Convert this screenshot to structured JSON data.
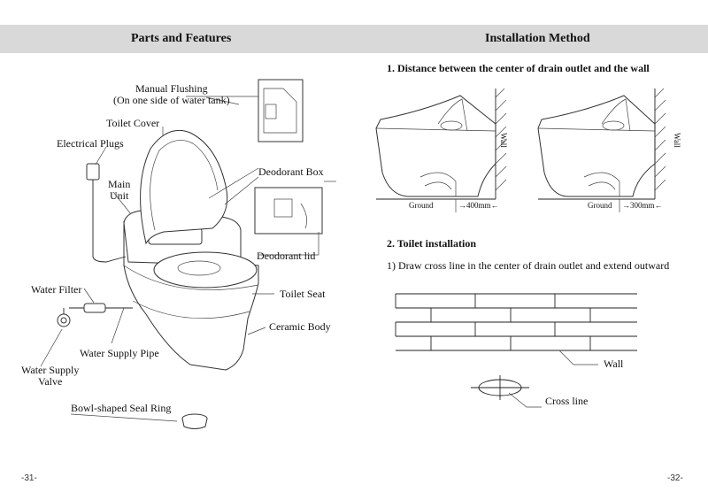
{
  "left_page": {
    "header": "Parts and Features",
    "labels": {
      "manual_flushing_1": "Manual Flushing",
      "manual_flushing_2": "(On one side of water tank)",
      "toilet_cover": "Toilet Cover",
      "electrical_plugs": "Electrical Plugs",
      "main_unit_1": "Main",
      "main_unit_2": "Unit",
      "deodorant_box": "Deodorant Box",
      "deodorant_lid": "Deodorant lid",
      "water_filter": "Water Filter",
      "toilet_seat": "Toilet Seat",
      "ceramic_body": "Ceramic Body",
      "water_supply_pipe": "Water Supply Pipe",
      "water_supply_valve_1": "Water Supply",
      "water_supply_valve_2": "Valve",
      "seal_ring": "Bowl-shaped Seal Ring"
    },
    "page_number": "-31-"
  },
  "right_page": {
    "header": "Installation Method",
    "section1_title": "1. Distance between the center of drain outlet and the wall",
    "figure_left": {
      "ground": "Ground",
      "distance": "400mm",
      "wall": "Wall"
    },
    "figure_right": {
      "ground": "Ground",
      "distance": "300mm",
      "wall": "Wall"
    },
    "section2_title": "2. Toilet installation",
    "step1": "1) Draw cross line in the center of drain outlet and extend outward",
    "wall_label": "Wall",
    "cross_line_label": "Cross line",
    "page_number": "-32-"
  }
}
